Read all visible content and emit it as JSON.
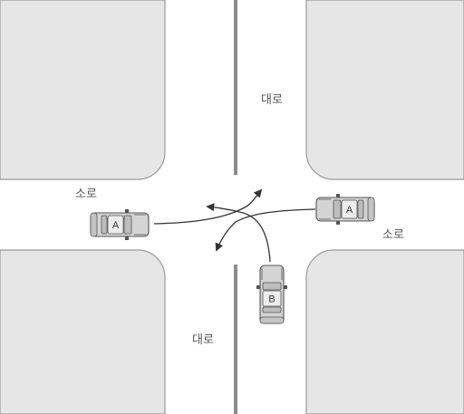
{
  "labels": {
    "main_road_north": "대로",
    "main_road_south": "대로",
    "side_road_west": "소로",
    "side_road_east": "소로"
  },
  "vehicles": [
    {
      "id": "west-car",
      "letter": "A",
      "heading": "east"
    },
    {
      "id": "east-car",
      "letter": "A",
      "heading": "west"
    },
    {
      "id": "south-car",
      "letter": "B",
      "heading": "north"
    }
  ],
  "colors": {
    "block_fill": "#e6e6e6",
    "block_stroke": "#9a9a9a",
    "center_line": "#8c8c8c",
    "car_body": "#d4d4d4",
    "car_stroke": "#555555",
    "path_stroke": "#333333"
  }
}
